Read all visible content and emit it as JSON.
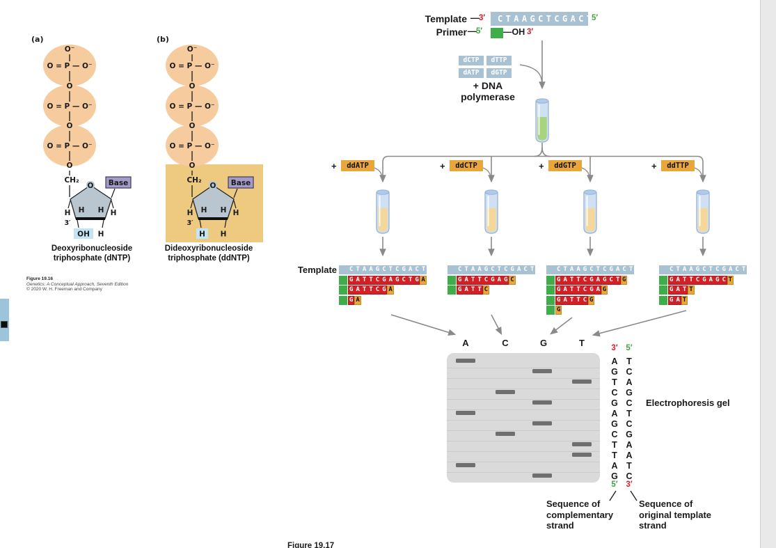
{
  "chem": {
    "a_label": "(a)",
    "b_label": "(b)",
    "o_minus": "O⁻",
    "p_row": "O = P — O⁻",
    "o": "O",
    "ch2": "CH₂",
    "h": "H",
    "base": "Base",
    "three_prime": "3′",
    "oh": "OH",
    "a_name1": "Deoxyribonucleoside",
    "a_name2": "triphosphate (dNTP)",
    "b_name1": "Dideoxyribonucleoside",
    "b_name2": "triphosphate (ddNTP)"
  },
  "caption": {
    "figure": "Figure 19.16",
    "source": "Genetics: A Conceptual Approach, Seventh Edition",
    "copyright": "© 2020 W. H. Freeman and Company"
  },
  "top": {
    "template_label": "Template",
    "primer_label": "Primer",
    "dash": "—",
    "three_prime": "3′",
    "five_prime": "5′",
    "template_seq": "CTAAGCTCGACT",
    "oh": "—OH",
    "dntps": [
      "dCTP",
      "dTTP",
      "dATP",
      "dGTP"
    ],
    "plus_dna": "+ DNA",
    "polymerase": "polymerase"
  },
  "reactions": {
    "plus": "+",
    "dd": [
      "ddATP",
      "ddCTP",
      "ddGTP",
      "ddTTP"
    ]
  },
  "templates": {
    "row_label": "Template",
    "columns": [
      {
        "template": "CTAAGCTCGACT",
        "strands": [
          {
            "pre": "GATTCGAGCTG",
            "term": "A"
          },
          {
            "pre": "GATTCG",
            "term": "A"
          },
          {
            "pre": "G",
            "term": "A"
          }
        ]
      },
      {
        "template": "CTAAGCTCGACT",
        "strands": [
          {
            "pre": "GATTCGAG",
            "term": "C"
          },
          {
            "pre": "GATT",
            "term": "C"
          }
        ]
      },
      {
        "template": "CTAAGCTCGACT",
        "strands": [
          {
            "pre": "GATTCGAGCT",
            "term": "G"
          },
          {
            "pre": "GATTCGA",
            "term": "G"
          },
          {
            "pre": "GATTC",
            "term": "G"
          },
          {
            "pre": "",
            "term": "G"
          }
        ]
      },
      {
        "template": "CTAAGCTCGACT",
        "strands": [
          {
            "pre": "GATTCGAGC",
            "term": "T"
          },
          {
            "pre": "GAT",
            "term": "T"
          },
          {
            "pre": "GA",
            "term": "T"
          }
        ]
      }
    ]
  },
  "gel": {
    "lanes": [
      "A",
      "C",
      "G",
      "T"
    ],
    "band_lanes_top_to_bottom": [
      "A",
      "G",
      "T",
      "C",
      "G",
      "A",
      "G",
      "C",
      "T",
      "T",
      "A",
      "G"
    ],
    "left_column": {
      "top": "3′",
      "letters": [
        "A",
        "G",
        "T",
        "C",
        "G",
        "A",
        "G",
        "C",
        "T",
        "T",
        "A",
        "G"
      ],
      "bottom": "5′"
    },
    "right_column": {
      "top": "5′",
      "letters": [
        "T",
        "C",
        "A",
        "G",
        "C",
        "T",
        "C",
        "G",
        "A",
        "A",
        "T",
        "C"
      ],
      "bottom": "3′"
    },
    "label": "Electrophoresis gel"
  },
  "footer": {
    "complementary": [
      "Sequence of",
      "complementary",
      "strand"
    ],
    "original": [
      "Sequence of",
      "original template",
      "strand"
    ],
    "figure_next": "Figure 19.17"
  },
  "colors": {
    "red": "#d42027",
    "green": "#3fae4a",
    "orange": "#e9a63b",
    "template_blue": "#a9c2d3",
    "gel_gray": "#dadada",
    "band_gray": "#6f6f6f",
    "phosphate_orange": "#f6cb9e",
    "sugar_blue": "#b9c6d0",
    "base_purple": "#a39cc9",
    "highlight_blue": "#c3e5f3",
    "ddntp_bg": "#edca80",
    "arrow_gray": "#8a8a8a"
  }
}
